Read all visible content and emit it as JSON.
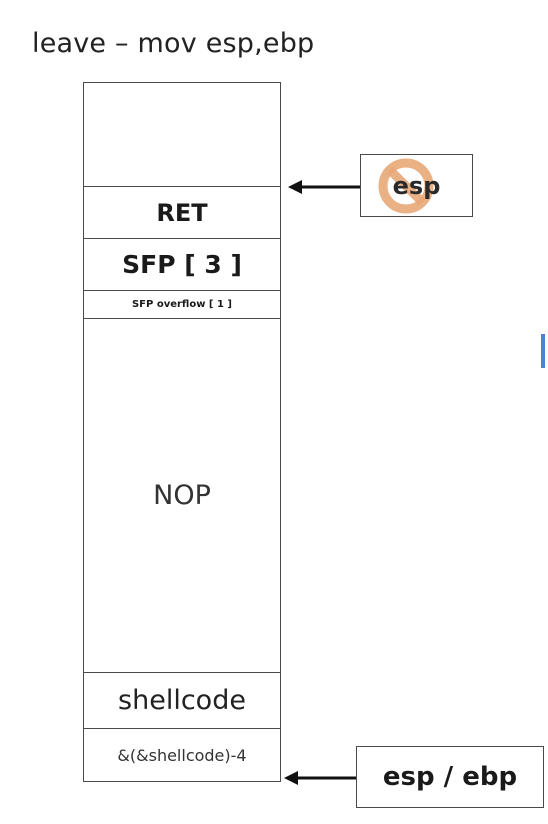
{
  "title": "leave – mov esp,ebp",
  "stack": {
    "cells": [
      {
        "label": ""
      },
      {
        "label": "RET"
      },
      {
        "label": "SFP [ 3 ]"
      },
      {
        "label": "SFP overflow [ 1 ]"
      },
      {
        "label": "NOP"
      },
      {
        "label": "shellcode"
      },
      {
        "label": "&(&shellcode)-4"
      }
    ]
  },
  "pointers": {
    "old_esp": {
      "label": "esp",
      "status_icon": "prohibited-icon"
    },
    "current": {
      "label": "esp / ebp"
    }
  },
  "colors": {
    "prohibited": "#e8a878",
    "border": "#4a4a4a",
    "arrow": "#111111",
    "edge_accent": "#4f7fd6"
  }
}
